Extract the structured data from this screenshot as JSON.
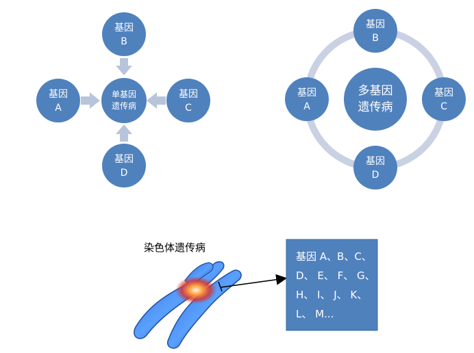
{
  "colors": {
    "node_fill": "#4f81bd",
    "node_fill_dark": "#3f6fa8",
    "arrow": "#b8c4da",
    "ring": "#c9d1e3",
    "box_fill": "#4f81bd"
  },
  "single_gene": {
    "center": [
      "单基因",
      "遗传病"
    ],
    "gene_a": [
      "基因",
      "A"
    ],
    "gene_b": [
      "基因",
      "B"
    ],
    "gene_c": [
      "基因",
      "C"
    ],
    "gene_d": [
      "基因",
      "D"
    ]
  },
  "multi_gene": {
    "center": [
      "多基因",
      "遗传病"
    ],
    "gene_a": [
      "基因",
      "A"
    ],
    "gene_b": [
      "基因",
      "B"
    ],
    "gene_c": [
      "基因",
      "C"
    ],
    "gene_d": [
      "基因",
      "D"
    ]
  },
  "chromosome": {
    "caption": "染色体遗传病",
    "box_lines": [
      "基因 A、B、C、",
      "D、 E、 F、 G、",
      "H、 I、 J、 K、",
      "L、 M..."
    ]
  }
}
